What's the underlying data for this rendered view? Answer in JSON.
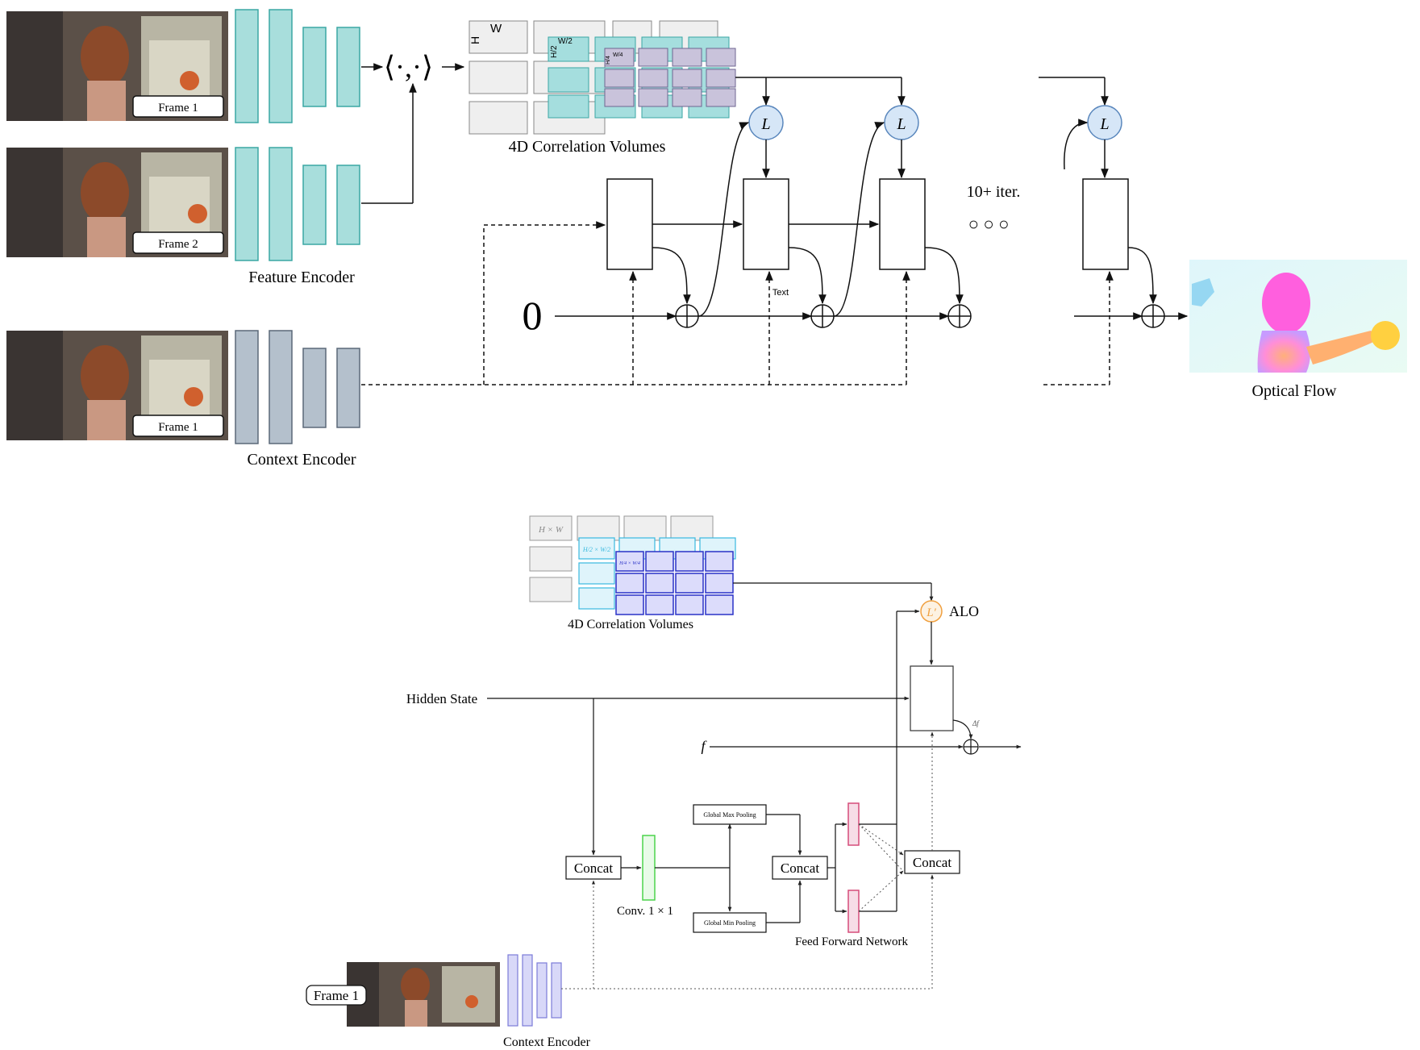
{
  "top": {
    "frames": [
      "Frame 1",
      "Frame 2",
      "Frame 1"
    ],
    "feature_encoder_label": "Feature Encoder",
    "context_encoder_label": "Context Encoder",
    "inner_product": "⟨·,·⟩",
    "corr_label": "4D Correlation Volumes",
    "corr_dims": {
      "w": "W",
      "h": "H",
      "w2": "W/2",
      "h2": "H/2",
      "w4": "W/4",
      "h4": "H/4"
    },
    "lookup": "L",
    "zero": "0",
    "iter_label": "10+ iter.",
    "ellipsis": "○ ○ ○",
    "text_tag": "Text",
    "flow_label": "Optical Flow"
  },
  "bottom": {
    "corr_label": "4D Correlation Volumes",
    "corr_dims": {
      "hw": "H × W",
      "half": "H/2 × W/2",
      "quarter": "H/4 × W/4"
    },
    "alo_symbol": "L′",
    "alo_label": "ALO",
    "hidden_state": "Hidden State",
    "f_label": "f",
    "delta_f": "Δf",
    "concat": "Concat",
    "conv_label": "Conv. 1 × 1",
    "max_pool": "Global Max Pooling",
    "min_pool": "Global Min Pooling",
    "ffn_label": "Feed Forward Network",
    "frame_label": "Frame 1",
    "context_encoder_label": "Context Encoder"
  },
  "colors": {
    "feature": "#a8dedc",
    "feature_stroke": "#3aa7a4",
    "context": "#b4c0cc",
    "context_stroke": "#5b6878",
    "lookup_fill": "#d6e6f7",
    "lookup_stroke": "#5a87bd",
    "corr_cyan": "#a5dede",
    "corr_purple": "#c9c3db",
    "corr_gray": "#efefef",
    "alo": "#f0a040",
    "blue_vol": "#dcdcfb",
    "blue_vol_stroke": "#2a32c7",
    "cyan_vol": "#dff4fb",
    "cyan_vol_stroke": "#39b9df",
    "conv": "#4cd44c",
    "ffn": "#d64d7a",
    "ctx2": "#d8d8f8",
    "ctx2_stroke": "#7b7bd8"
  }
}
